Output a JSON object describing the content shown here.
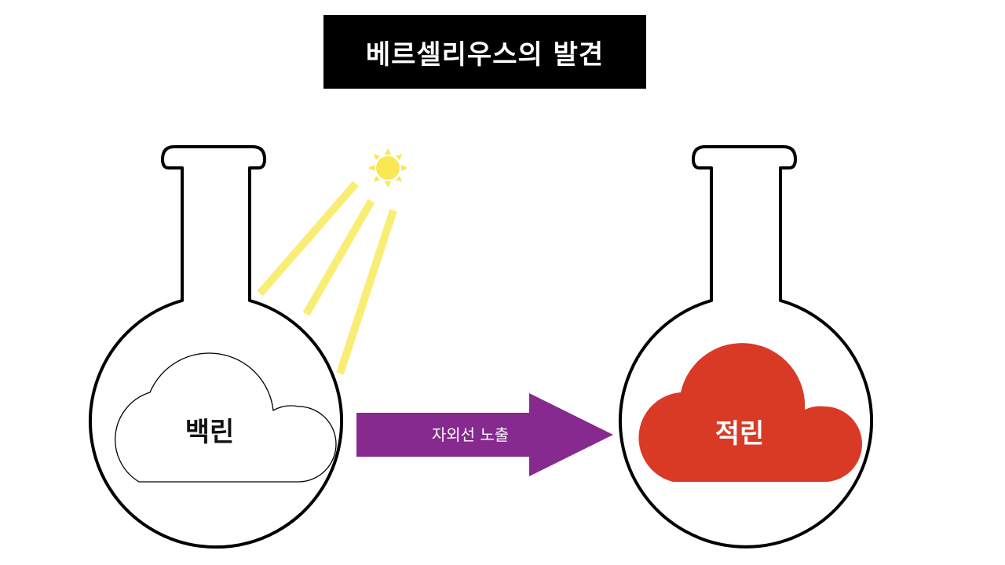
{
  "title": "베르셀리우스의 발견",
  "left_flask": {
    "label": "백린"
  },
  "right_flask": {
    "label": "적린"
  },
  "arrow": {
    "label": "자외선 노출"
  },
  "colors": {
    "title_bg": "#000000",
    "title_text": "#ffffff",
    "red_phosphorus": "#d93a26",
    "arrow": "#862a8f",
    "sun": "#f9e852",
    "rays": "#f9ee75"
  },
  "icons": {
    "sun": "sun-icon"
  }
}
